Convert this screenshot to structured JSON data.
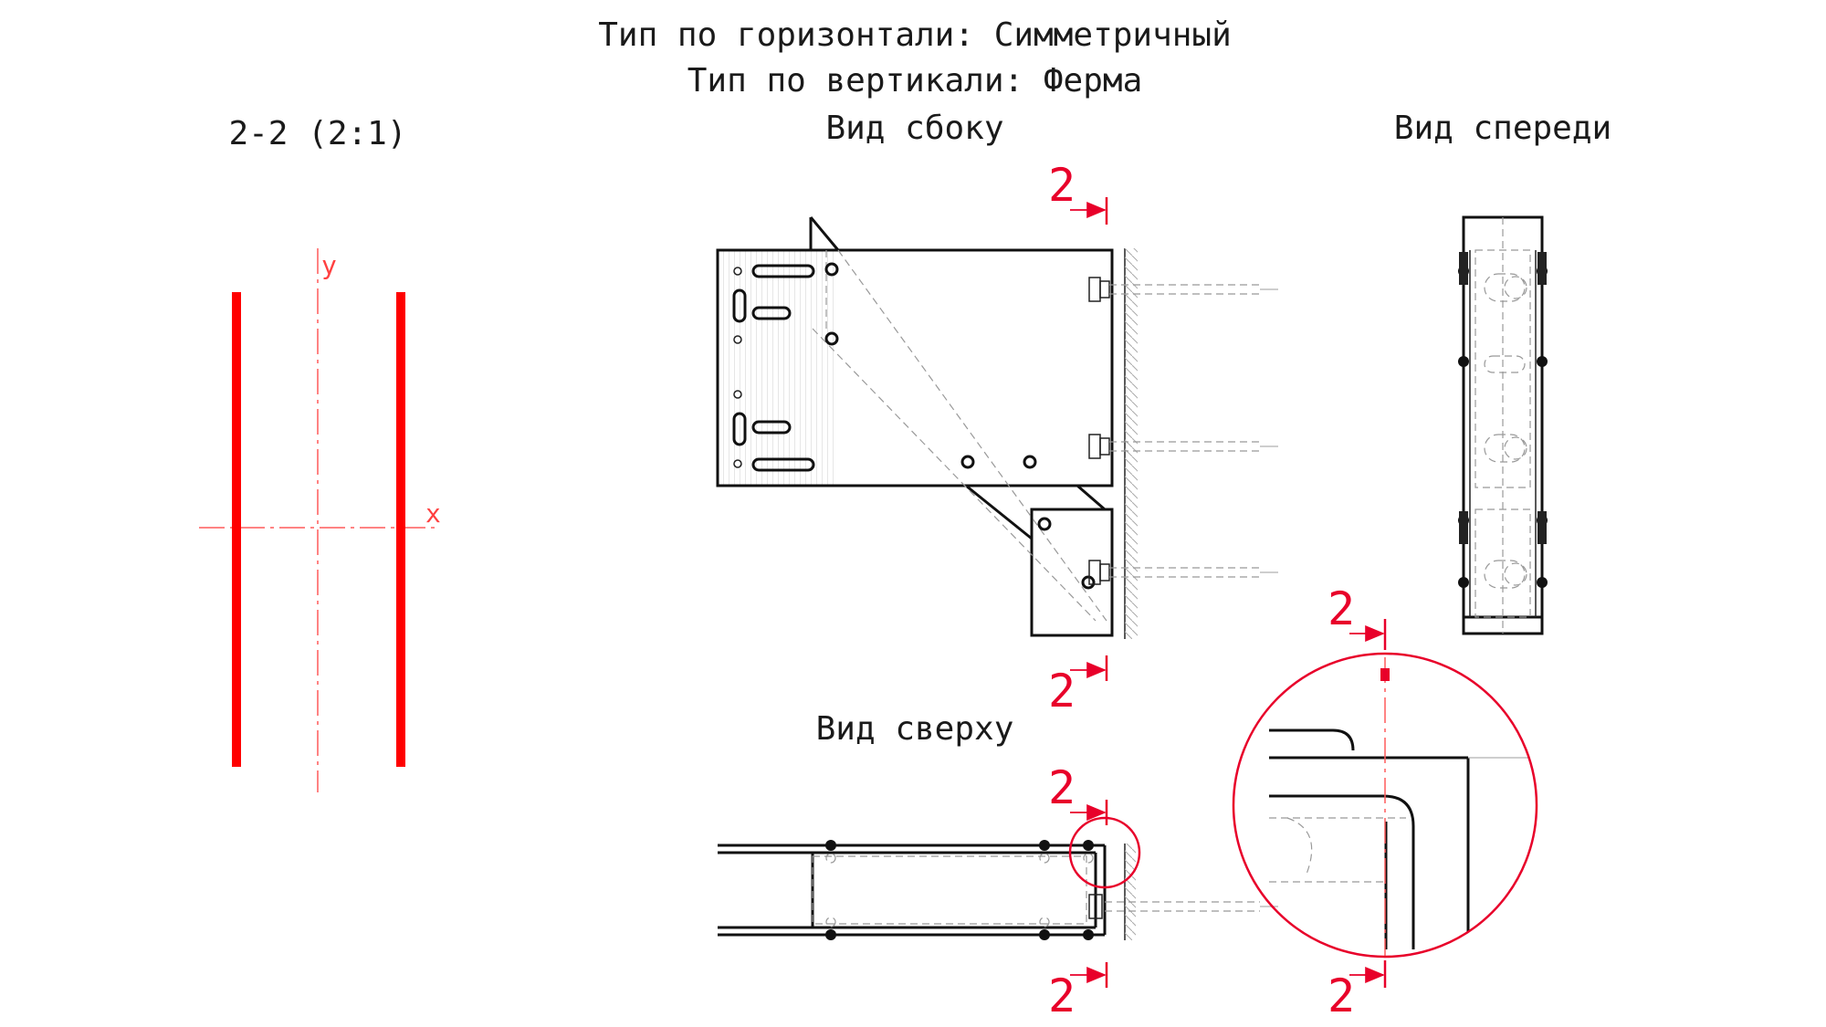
{
  "header": {
    "horizontal_type": "Тип по горизонтали: Симметричный",
    "vertical_type": "Тип по вертикали: Ферма"
  },
  "views": {
    "section": "2-2 (2:1)",
    "side": "Вид сбоку",
    "front": "Вид спереди",
    "top": "Вид сверху"
  },
  "section_marks": {
    "number": "2"
  },
  "axes": {
    "y": "y",
    "x": "x"
  },
  "colors": {
    "section_red": "#e8002a",
    "line_black": "#111111",
    "hidden_gray": "#999999"
  }
}
